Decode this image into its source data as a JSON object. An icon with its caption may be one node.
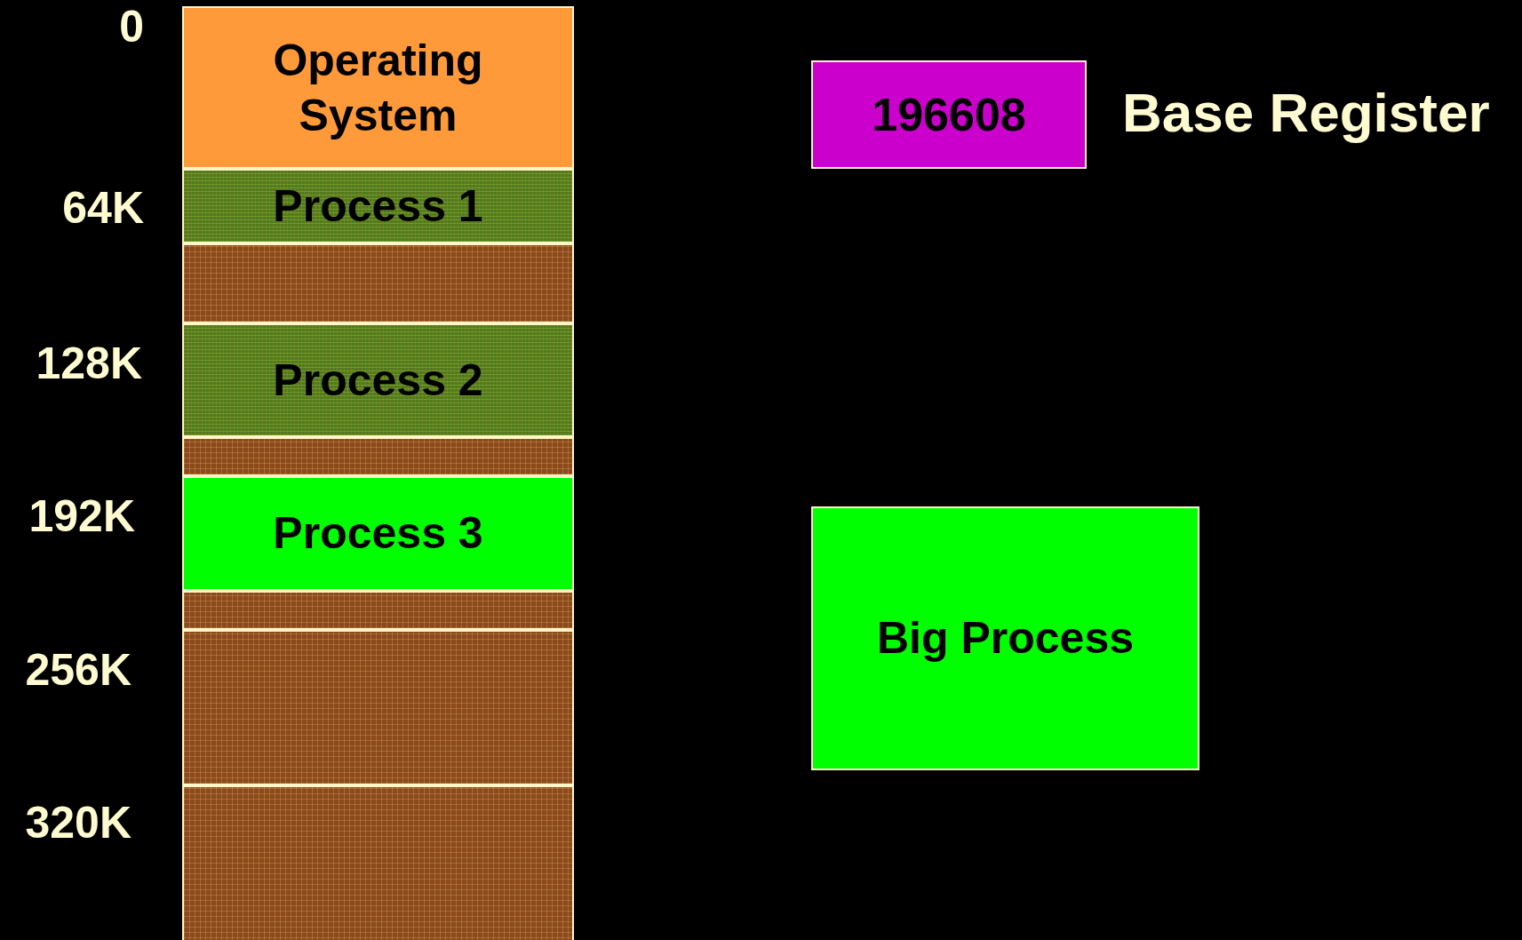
{
  "diagram": {
    "nodes": [
      {
        "text": [
          "Operating System"
        ]
      },
      {
        "text": [
          "Process 1"
        ]
      },
      {
        "text": [],
        "shape": "box"
      },
      {
        "text": [
          "Process 2"
        ]
      },
      {
        "text": [],
        "shape": "box"
      },
      {
        "text": [
          "Process 3"
        ]
      },
      {
        "text": [],
        "shape": "box"
      },
      {
        "text": [],
        "shape": "box"
      },
      {
        "text": [],
        "shape": "box"
      },
      {
        "text": [
          "196608"
        ],
        "beside": [
          "Base Register"
        ]
      },
      {
        "text": [
          "Big Process"
        ]
      }
    ],
    "labels": [
      "0",
      "64K",
      "128K",
      "192K",
      "256K",
      "320K"
    ]
  }
}
